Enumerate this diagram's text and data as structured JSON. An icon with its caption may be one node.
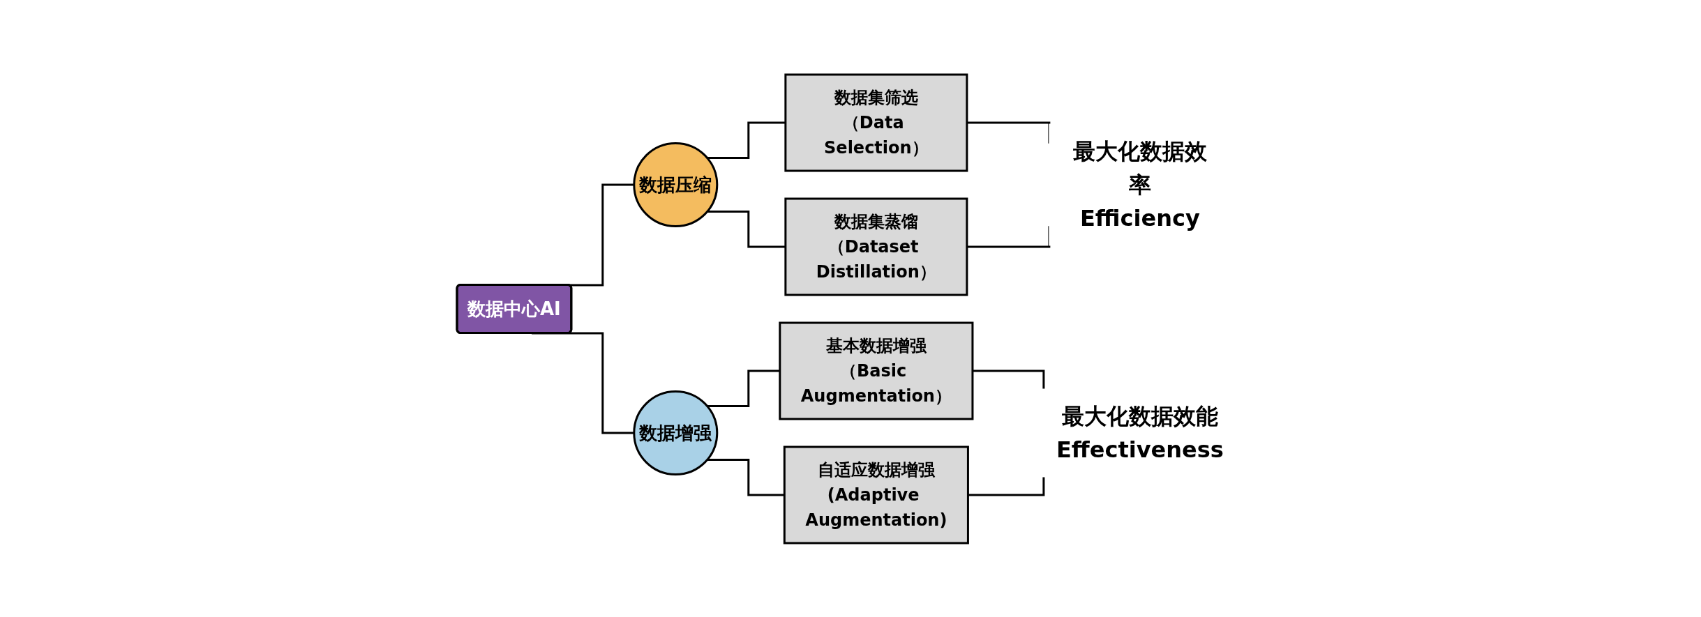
{
  "diagram": {
    "nodes": [
      {
        "text": [
          "数据中心AI"
        ]
      },
      {
        "text": [
          "数据压缩"
        ]
      },
      {
        "text": [
          "数据增强"
        ]
      },
      {
        "text": [
          "数据集筛选",
          "（Data Selection）"
        ]
      },
      {
        "text": [
          "数据集蒸馏",
          "（Dataset Distillation）"
        ]
      },
      {
        "text": [
          "基本数据增强",
          "（Basic Augmentation）"
        ]
      },
      {
        "text": [
          "自适应数据增强",
          "(Adaptive Augmentation)"
        ]
      },
      {
        "text": [
          "最大化数据效率",
          "Efficiency"
        ]
      },
      {
        "text": [
          "最大化数据效能",
          "Effectiveness"
        ]
      }
    ],
    "edges": [
      {
        "from": 0,
        "to": 1,
        "arrow": "none"
      },
      {
        "from": 0,
        "to": 2,
        "arrow": "none"
      },
      {
        "from": 1,
        "to": 3,
        "arrow": "none"
      },
      {
        "from": 1,
        "to": 4,
        "arrow": "none"
      },
      {
        "from": 2,
        "to": 5,
        "arrow": "none"
      },
      {
        "from": 2,
        "to": 6,
        "arrow": "none"
      },
      {
        "from": 3,
        "to": 7,
        "arrow": "none"
      },
      {
        "from": 4,
        "to": 7,
        "arrow": "none"
      },
      {
        "from": 5,
        "to": 8,
        "arrow": "none"
      },
      {
        "from": 6,
        "to": 8,
        "arrow": "none"
      }
    ]
  }
}
